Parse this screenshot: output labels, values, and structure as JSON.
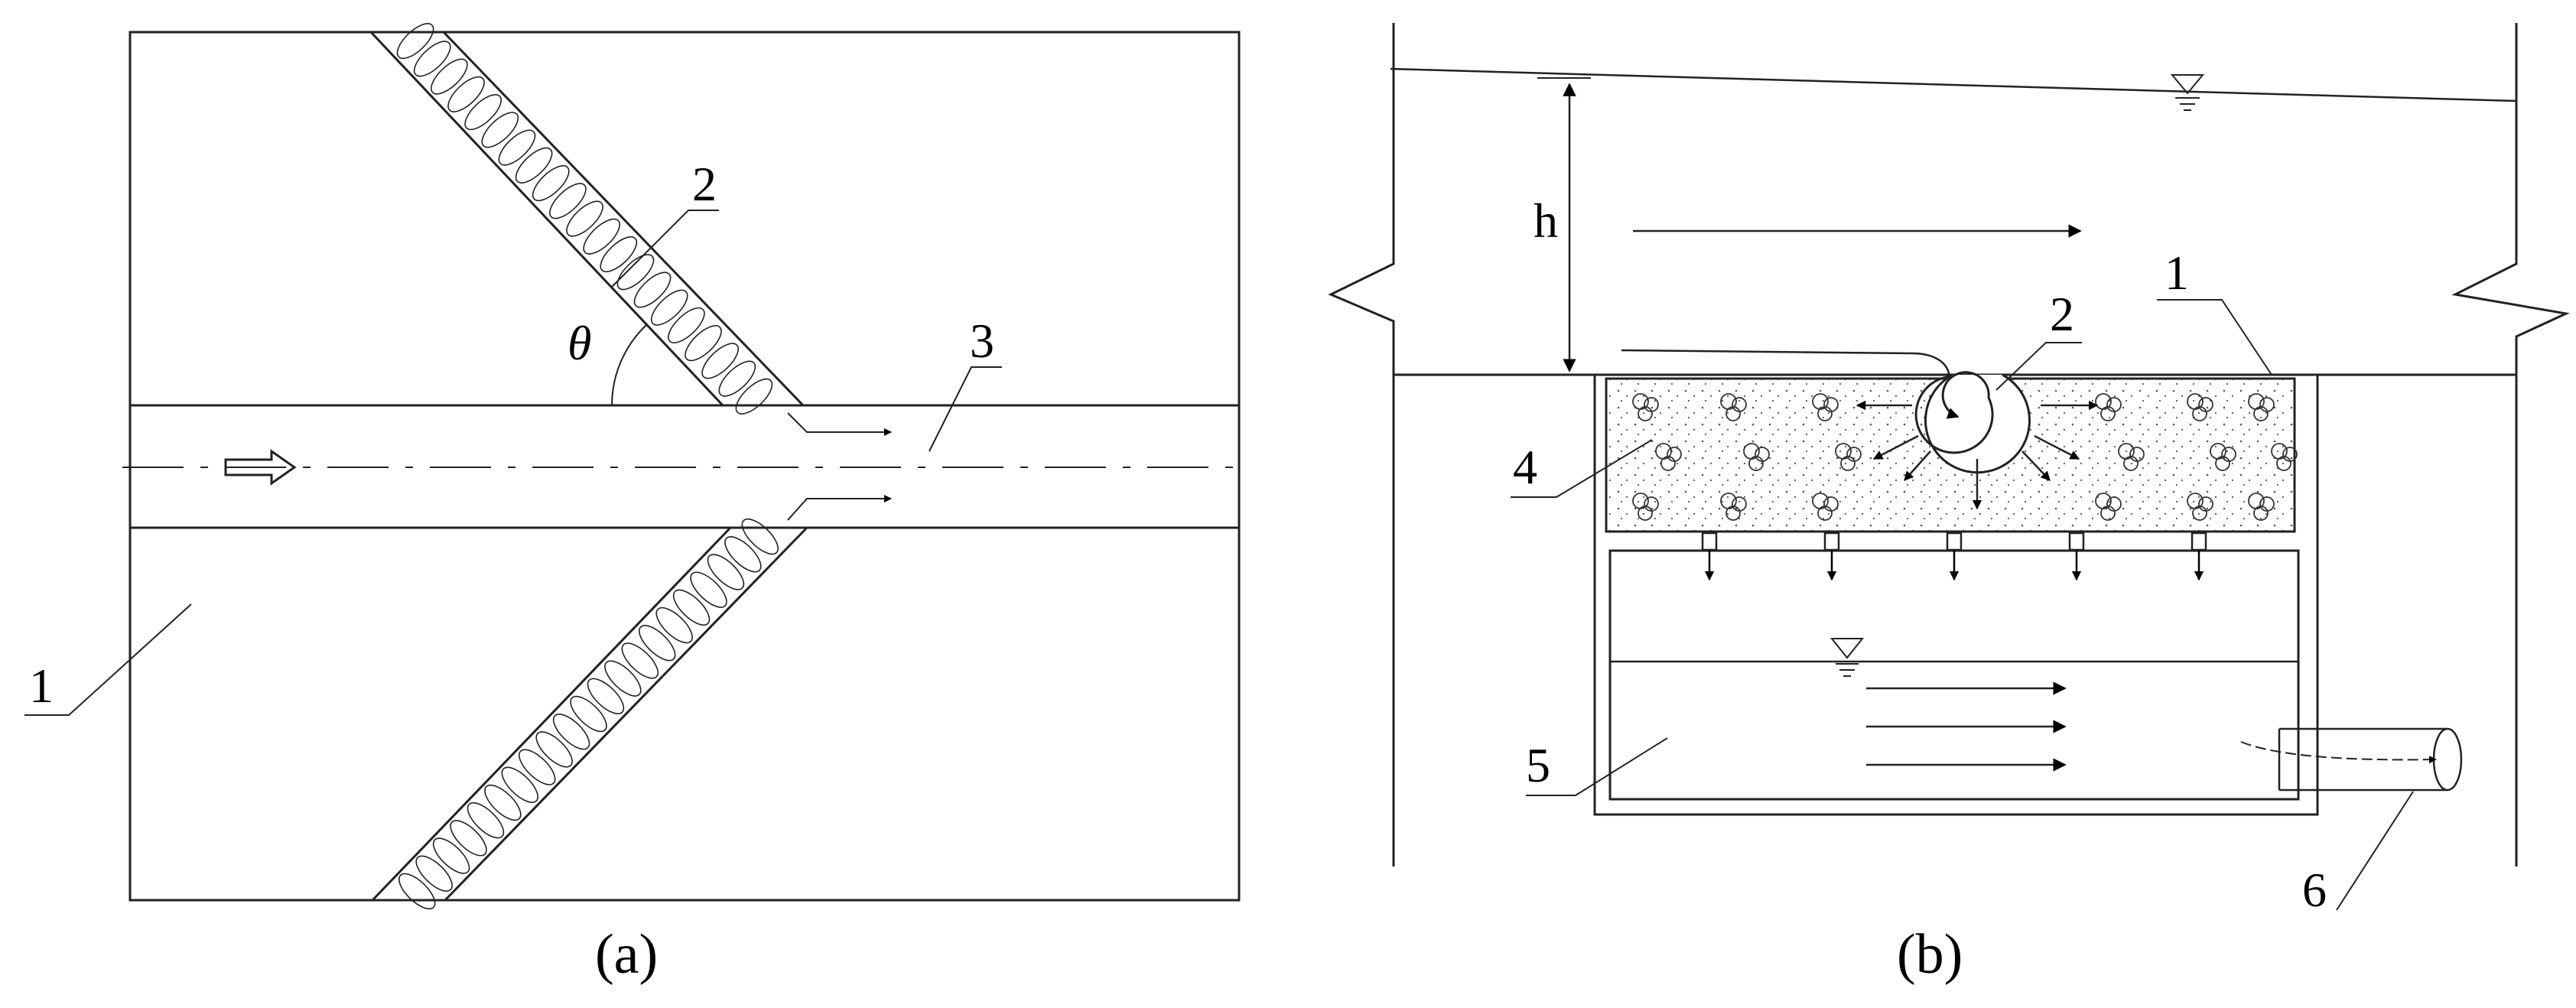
{
  "panel_a": {
    "caption": "(a)",
    "labels": {
      "l1": "1",
      "l2": "2",
      "l3": "3",
      "theta": "θ"
    }
  },
  "panel_b": {
    "caption": "(b)",
    "labels": {
      "l1": "1",
      "l2": "2",
      "l4": "4",
      "l5": "5",
      "l6": "6",
      "h": "h"
    }
  },
  "colors": {
    "line": "#222222",
    "background": "#ffffff"
  }
}
